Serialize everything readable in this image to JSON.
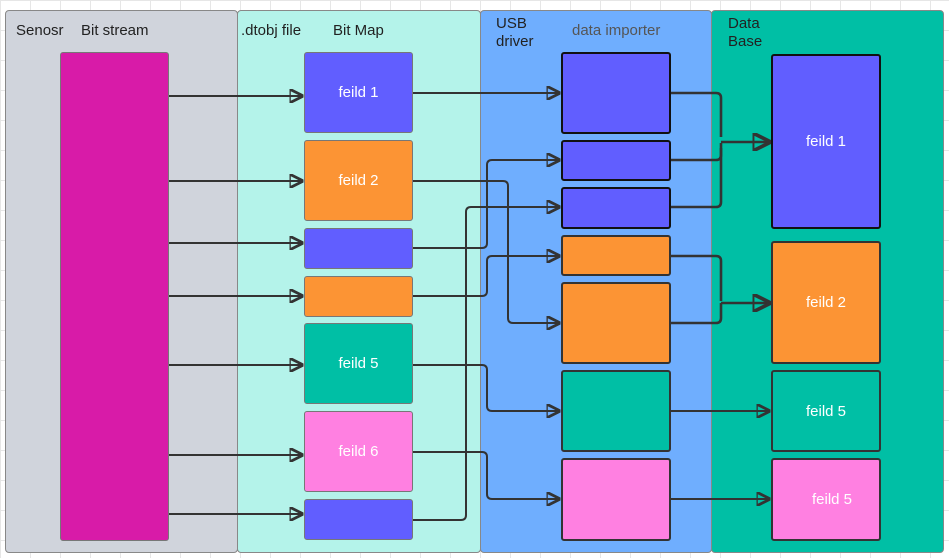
{
  "lanes": {
    "sensor_title": "Senosr",
    "sensor_subtitle": "Bit stream",
    "file_title": ".dtobj file",
    "file_subtitle": "Bit Map",
    "usb_title": "USB\ndriver",
    "usb_subtitle": "data importer",
    "db_title": "Data\nBase"
  },
  "bitmap_fields": [
    "feild 1",
    "feild 2",
    "",
    "",
    "feild 5",
    "feild 6",
    ""
  ],
  "importer_fields": [
    "",
    "",
    "",
    "",
    "",
    "",
    ""
  ],
  "database_fields": [
    "feild 1",
    "feild 2",
    "feild 5",
    "feild 5"
  ],
  "colors": {
    "bit_stream": "#d81ba8",
    "blue": "#615eff",
    "orange": "#fc9434",
    "teal": "#00bfa5",
    "pink": "#ff80e1"
  }
}
